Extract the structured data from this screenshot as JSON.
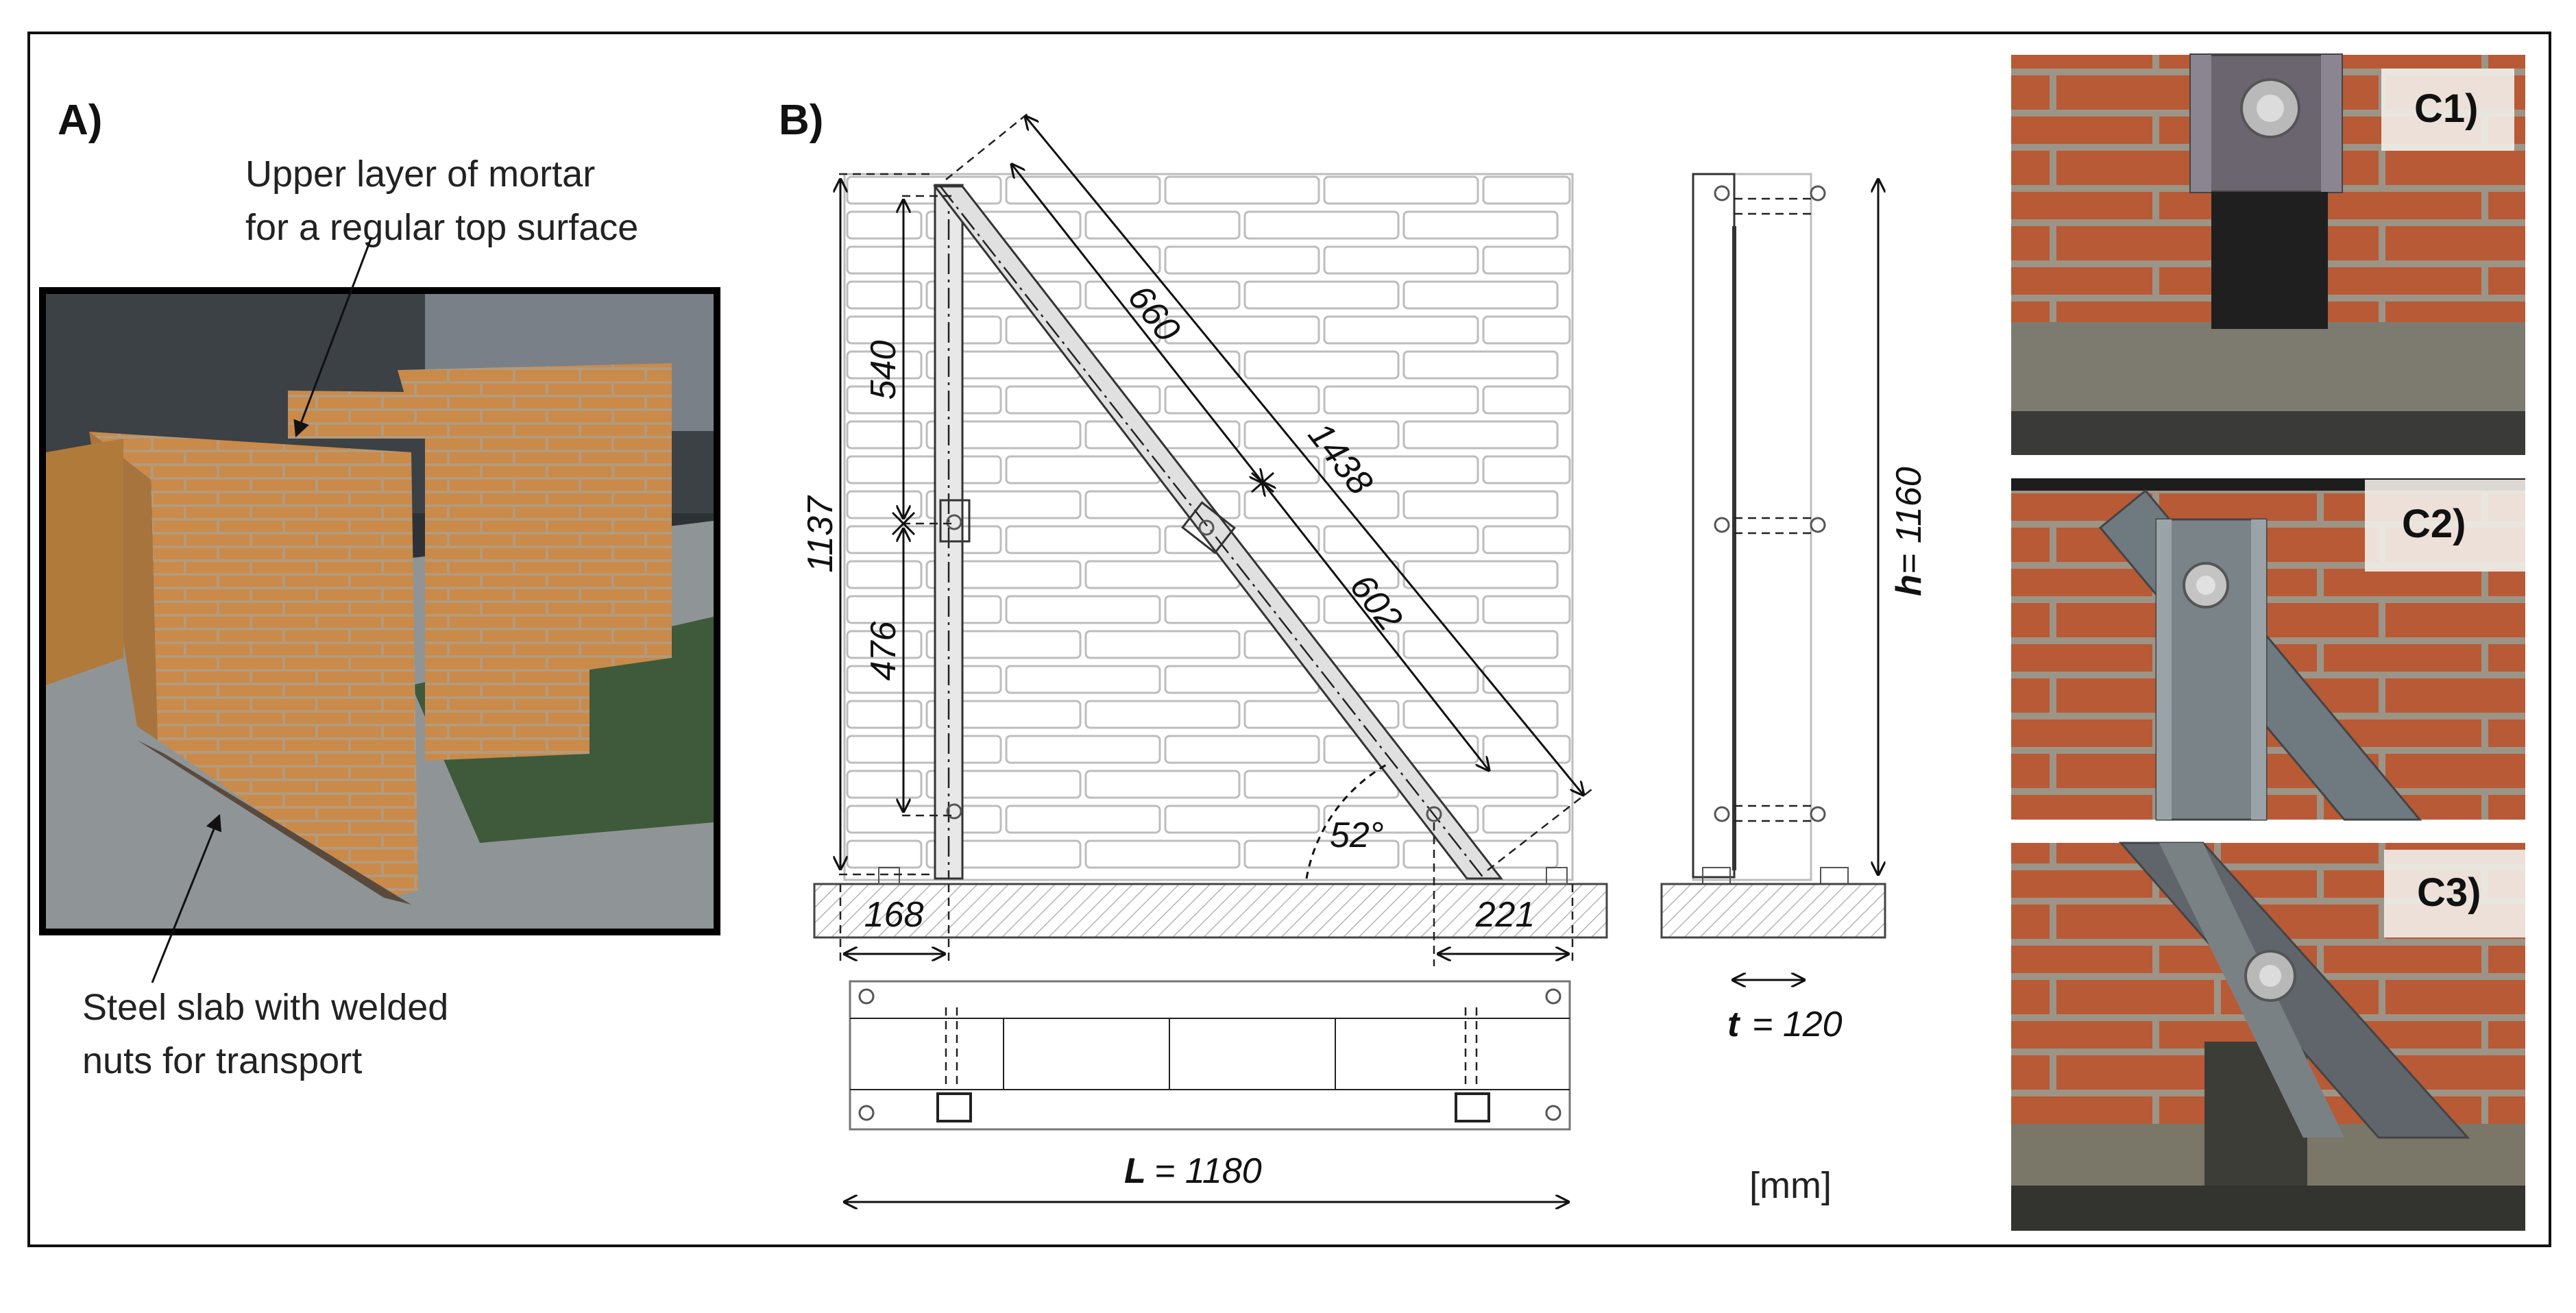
{
  "panels": {
    "a": {
      "label": "A)",
      "callout_top": [
        "Upper layer of mortar",
        "for a regular top surface"
      ],
      "callout_bottom": [
        "Steel slab with welded",
        "nuts for transport"
      ]
    },
    "b": {
      "label": "B)",
      "dims": {
        "v_total": "1137",
        "v_upper": "540",
        "v_lower": "476",
        "diag_outer": "660",
        "diag_total": "1438",
        "diag_inner": "602",
        "angle": "52°",
        "base_left": "168",
        "base_right": "221"
      },
      "L_symbol": "L",
      "L_value": "= 1180",
      "h_symbol": "h",
      "h_value": "= 1160",
      "t_symbol": "t",
      "t_value": "= 120",
      "units": "[mm]"
    },
    "c1": {
      "label": "C1)"
    },
    "c2": {
      "label": "C2)"
    },
    "c3": {
      "label": "C3)"
    }
  },
  "colors": {
    "brick": "#c46a3c",
    "brick_mortar": "#b9a894",
    "steel": "#6c7479",
    "floor": "#9aa0a0"
  }
}
